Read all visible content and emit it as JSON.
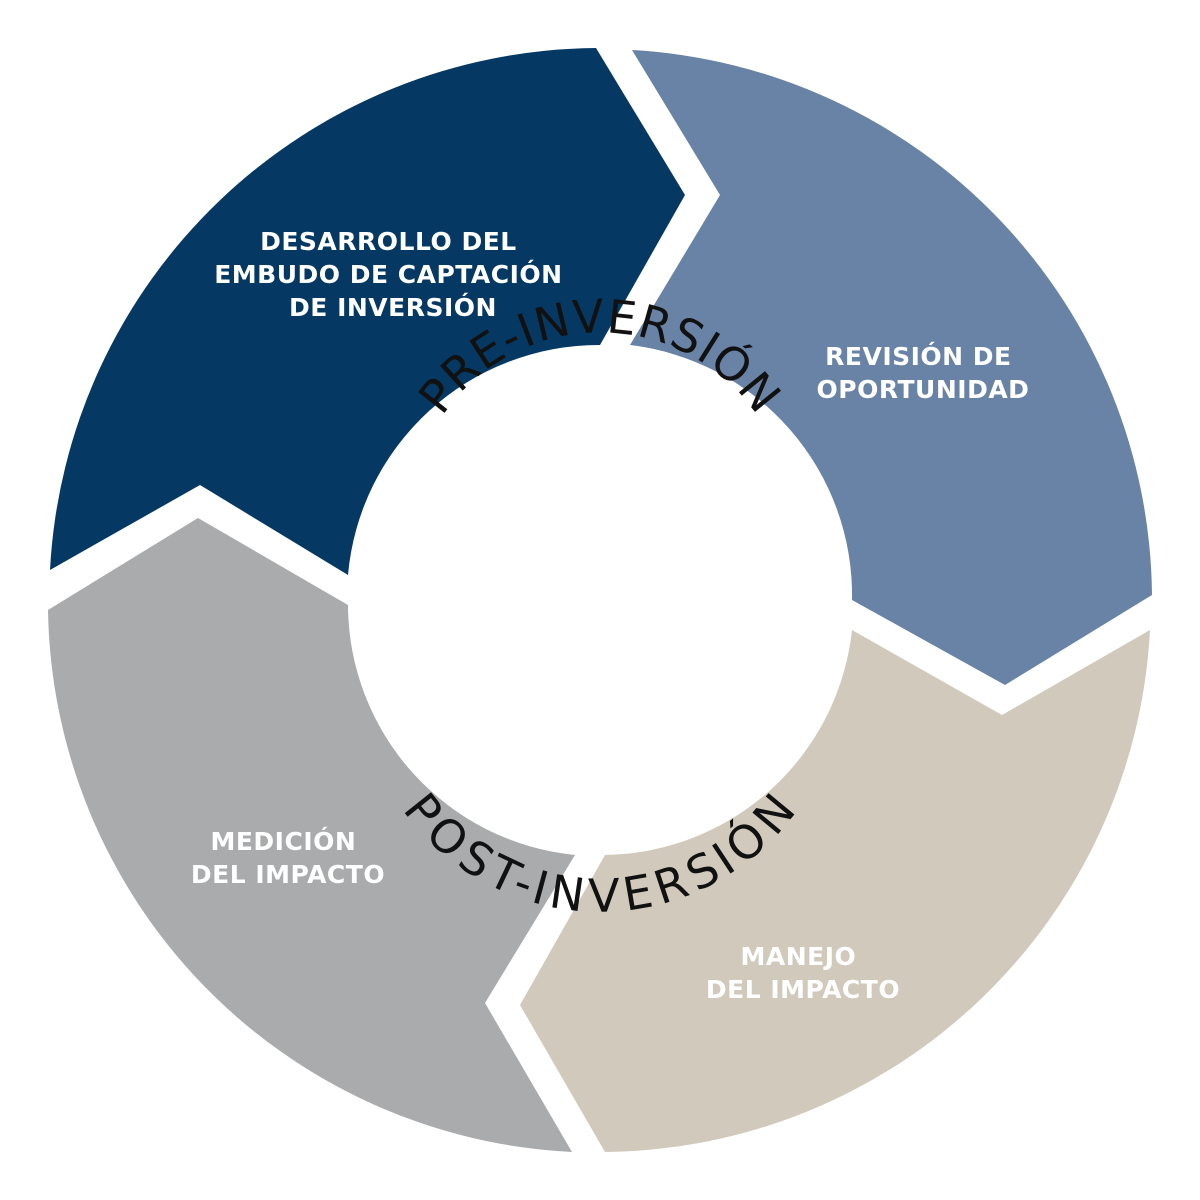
{
  "phases": {
    "top": "PRE-INVERSIÓN",
    "bottom": "POST-INVERSIÓN"
  },
  "segments": [
    {
      "id": "desarrollo",
      "lines": [
        "DESARROLLO DEL",
        "EMBUDO DE CAPTACIÓN",
        "DE INVERSIÓN"
      ],
      "color": "#053964"
    },
    {
      "id": "revision",
      "lines": [
        "REVISIÓN DE",
        "OPORTUNIDAD"
      ],
      "color": "#6983a7"
    },
    {
      "id": "manejo",
      "lines": [
        "MANEJO",
        "DEL IMPACTO"
      ],
      "color": "#d1c9bb"
    },
    {
      "id": "medicion",
      "lines": [
        "MEDICIÓN",
        "DEL IMPACTO"
      ],
      "color": "#a9abad"
    }
  ]
}
